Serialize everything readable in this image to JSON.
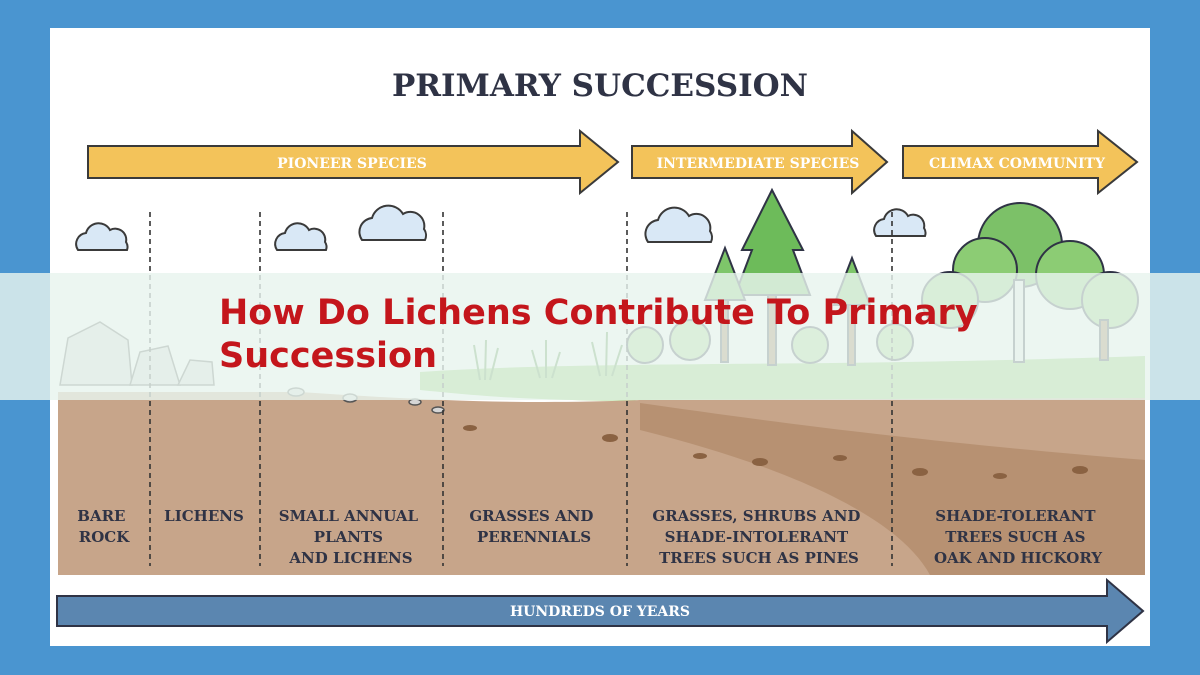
{
  "diagram": {
    "title": "PRIMARY SUCCESSION",
    "phases": [
      "PIONEER SPECIES",
      "INTERMEDIATE SPECIES",
      "CLIMAX COMMUNITY"
    ],
    "stages": [
      [
        "BARE",
        "ROCK"
      ],
      [
        "LICHENS"
      ],
      [
        "SMALL ANNUAL",
        "PLANTS",
        "AND LICHENS"
      ],
      [
        "GRASSES AND",
        "PERENNIALS"
      ],
      [
        "GRASSES, SHRUBS AND",
        "SHADE-INTOLERANT",
        "TREES SUCH AS PINES"
      ],
      [
        "SHADE-TOLERANT",
        "TREES SUCH AS",
        "OAK AND HICKORY"
      ]
    ],
    "timeline": "HUNDREDS OF YEARS"
  },
  "overlay": {
    "headline": "How Do Lichens Contribute To Primary Succession"
  },
  "colors": {
    "background": "#4a95d0",
    "arrow_fill": "#f3c35a",
    "soil": "#c7a58a",
    "grass": "#8fcb6c",
    "timeline_arrow": "#5b86b0",
    "headline": "#c4161c"
  }
}
